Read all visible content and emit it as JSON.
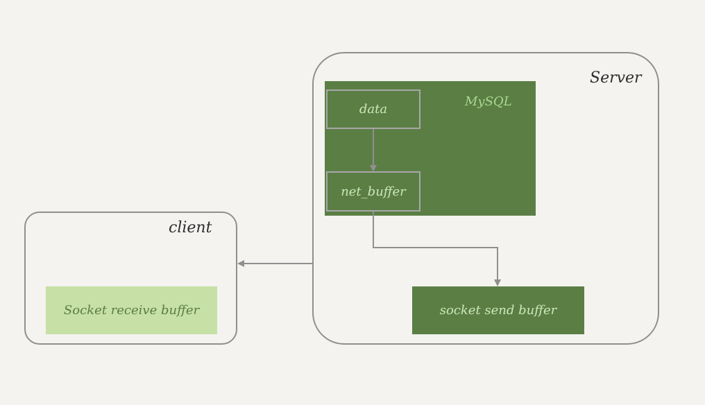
{
  "server": {
    "label": "Server"
  },
  "client": {
    "label": "client"
  },
  "mysql": {
    "label": "MySQL"
  },
  "boxes": {
    "data": "data",
    "net_buffer": "net_buffer",
    "socket_send_buffer": "socket send buffer",
    "socket_receive_buffer": "Socket receive buffer"
  },
  "colors": {
    "dark_green": "#5b7e45",
    "light_green": "#c7e0a5",
    "border_gray": "#8f8f8f",
    "background": "#f4f3f0"
  }
}
